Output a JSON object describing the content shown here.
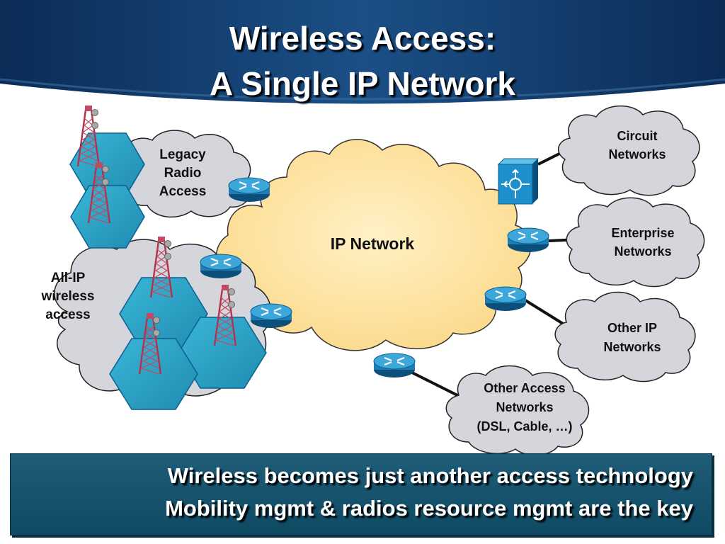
{
  "slide": {
    "title_line_1": "Wireless Access:",
    "title_line_2": "A Single IP Network"
  },
  "diagram": {
    "core": "IP Network",
    "legacy": [
      "Legacy",
      "Radio",
      "Access"
    ],
    "all_ip": [
      "All-IP",
      "wireless",
      "access"
    ],
    "circuit": [
      "Circuit",
      "Networks"
    ],
    "enterprise": [
      "Enterprise",
      "Networks"
    ],
    "other_ip": [
      "Other IP",
      "Networks"
    ],
    "other_access": [
      "Other Access",
      "Networks",
      "(DSL, Cable, …)"
    ]
  },
  "footer": {
    "line_1": "Wireless becomes just another access technology",
    "line_2": "Mobility mgmt & radios resource mgmt are the key"
  },
  "colors": {
    "header_blue": "#123c6b",
    "ip_cloud": "#fde5a8",
    "grey_cloud": "#d4d6dc",
    "cell_cyan": "#2aa6c8",
    "router_blue": "#1d7fb5",
    "footer_teal": "#1a5670",
    "tower_red": "#b5304a"
  }
}
